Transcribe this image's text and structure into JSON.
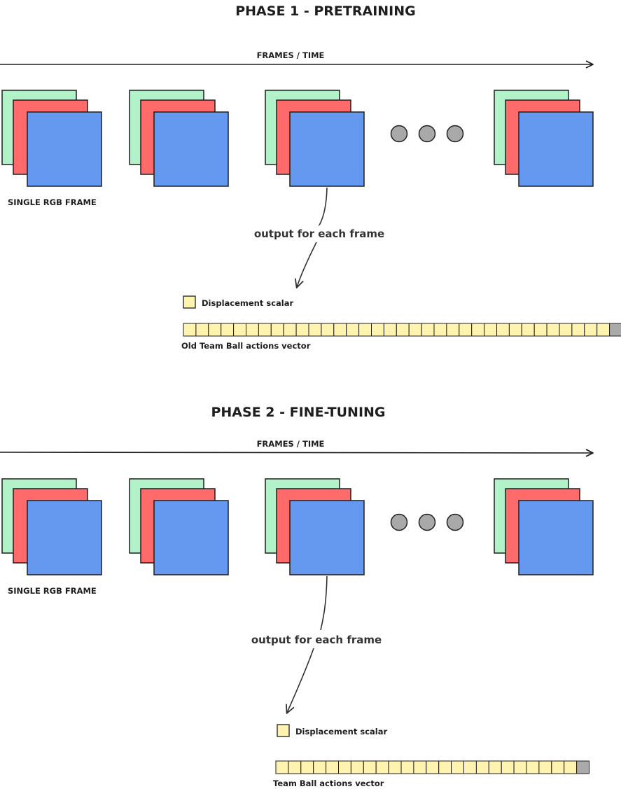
{
  "colors": {
    "green": "#b2f2c8",
    "red": "#ff6b6b",
    "blue": "#6599f0",
    "cell": "#fff3b0",
    "cell_last": "#aaaaaa",
    "dot": "#a9a9a9",
    "stroke": "#1e1e1e"
  },
  "phase1": {
    "title": "PHASE 1 - PRETRAINING",
    "axis_label": "FRAMES / TIME",
    "frame_label": "SINGLE RGB FRAME",
    "arrow_label": "output for each frame",
    "legend_label": "Displacement scalar",
    "vector_label": "Old Team Ball actions vector",
    "vector_cells": 35
  },
  "phase2": {
    "title": "PHASE 2 - FINE-TUNING",
    "axis_label": "FRAMES / TIME",
    "frame_label": "SINGLE RGB FRAME",
    "arrow_label": "output for each frame",
    "legend_label": "Displacement scalar",
    "vector_label": "Team Ball actions vector",
    "vector_cells": 25
  }
}
